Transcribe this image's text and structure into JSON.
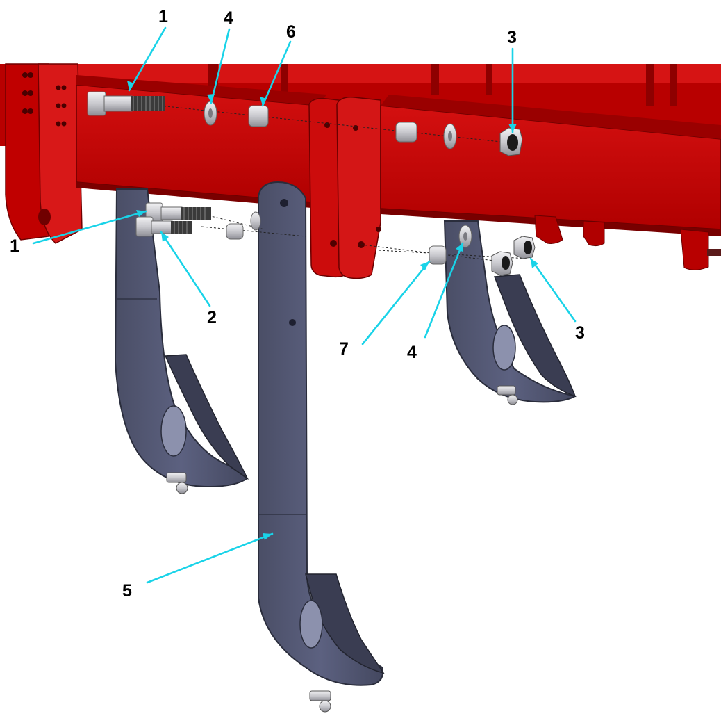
{
  "colors": {
    "frame_red": "#c40000",
    "frame_dark": "#8c0000",
    "frame_mid": "#a80000",
    "frame_light": "#e01818",
    "tine_fill": "#5a5f7a",
    "tine_edge": "#2e3142",
    "tine_light": "#7a7f9c",
    "hardware": "#d8d8dc",
    "hardware_dark": "#8a8a90",
    "leader_cyan": "#19d3e8"
  },
  "callouts": [
    {
      "id": "c1a",
      "label": "1"
    },
    {
      "id": "c4a",
      "label": "4"
    },
    {
      "id": "c6",
      "label": "6"
    },
    {
      "id": "c3a",
      "label": "3"
    },
    {
      "id": "c1b",
      "label": "1"
    },
    {
      "id": "c2",
      "label": "2"
    },
    {
      "id": "c7",
      "label": "7"
    },
    {
      "id": "c4b",
      "label": "4"
    },
    {
      "id": "c3b",
      "label": "3"
    },
    {
      "id": "c5",
      "label": "5"
    }
  ]
}
